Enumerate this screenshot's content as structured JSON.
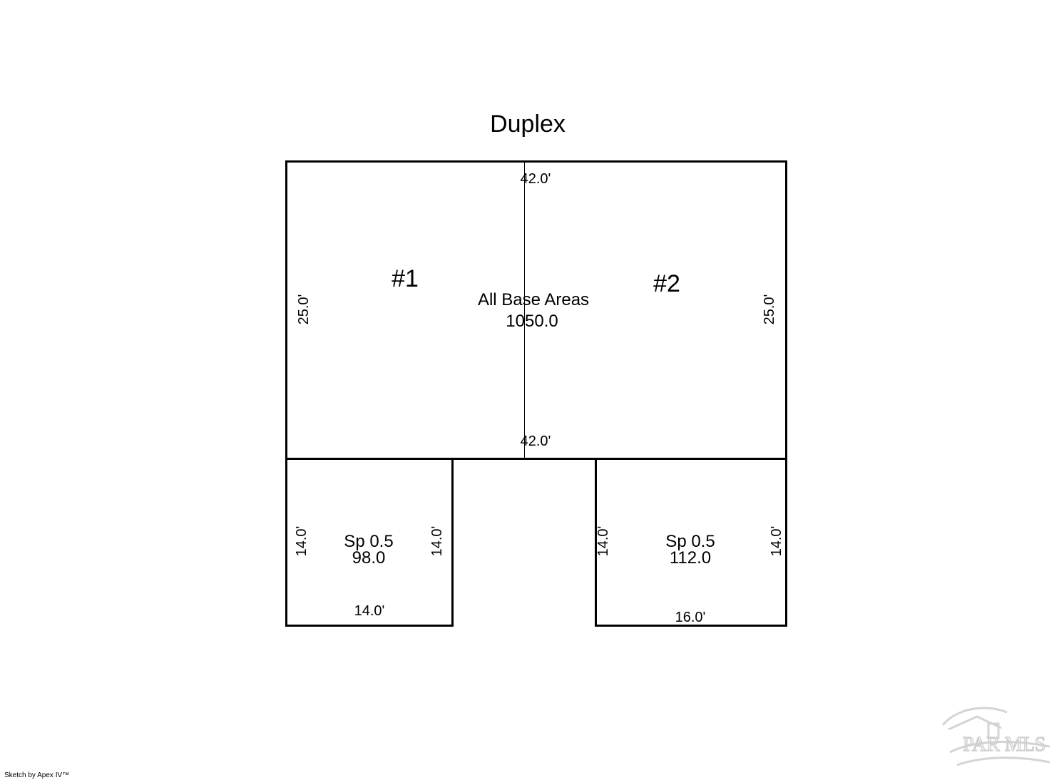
{
  "title": "Duplex",
  "colors": {
    "line": "#000000",
    "background": "#ffffff",
    "watermark": "#d4d4d4"
  },
  "base_area": {
    "units": [
      "#1",
      "#2"
    ],
    "label": "All Base Areas",
    "value": "1050.0",
    "dims": {
      "top": "42.0'",
      "bottom": "42.0'",
      "left": "25.0'",
      "right": "25.0'"
    }
  },
  "porch_left": {
    "label": "Sp 0.5",
    "value": "98.0",
    "dims": {
      "left": "14.0'",
      "right": "14.0'",
      "bottom": "14.0'"
    }
  },
  "porch_right": {
    "label": "Sp 0.5",
    "value": "112.0",
    "dims": {
      "left": "14.0'",
      "right": "14.0'",
      "bottom": "16.0'"
    }
  },
  "credit": "Sketch by Apex IV™",
  "watermark": {
    "text": "PAR MLS",
    "icon": "house-logo-watermark"
  }
}
